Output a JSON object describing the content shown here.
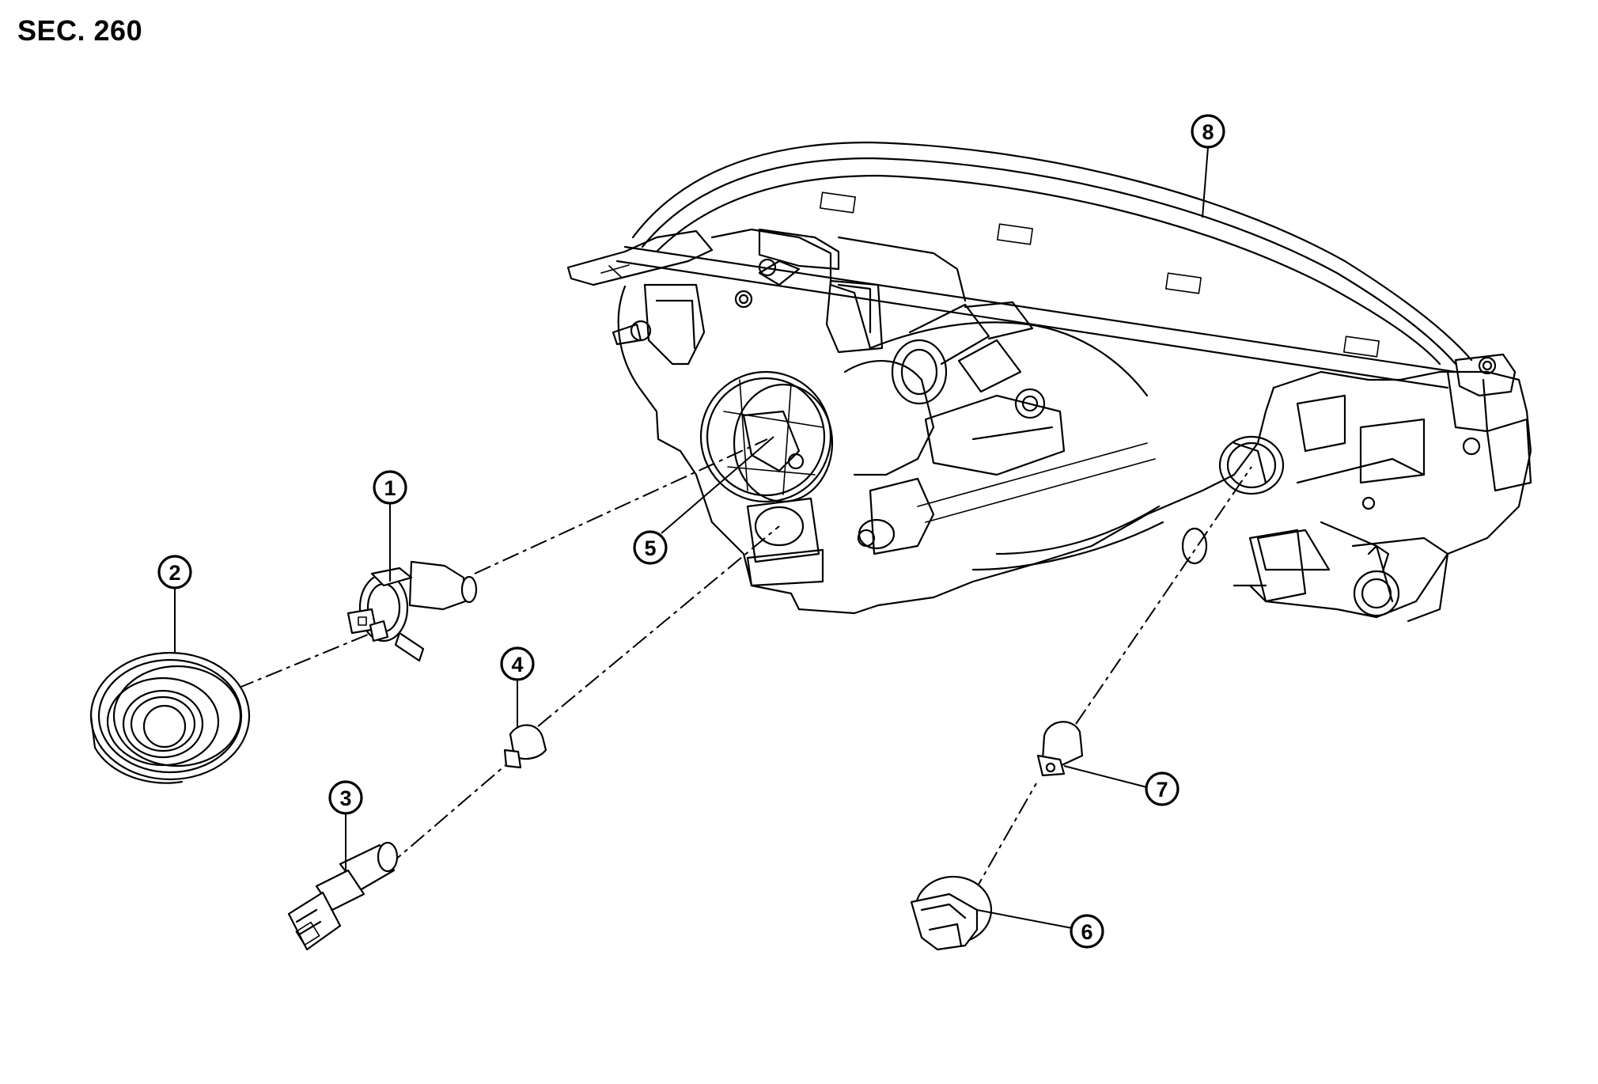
{
  "section_label": "SEC. 260",
  "callouts": [
    {
      "id": "1",
      "label": "1"
    },
    {
      "id": "2",
      "label": "2"
    },
    {
      "id": "3",
      "label": "3"
    },
    {
      "id": "4",
      "label": "4"
    },
    {
      "id": "5",
      "label": "5"
    },
    {
      "id": "6",
      "label": "6"
    },
    {
      "id": "7",
      "label": "7"
    },
    {
      "id": "8",
      "label": "8"
    }
  ]
}
